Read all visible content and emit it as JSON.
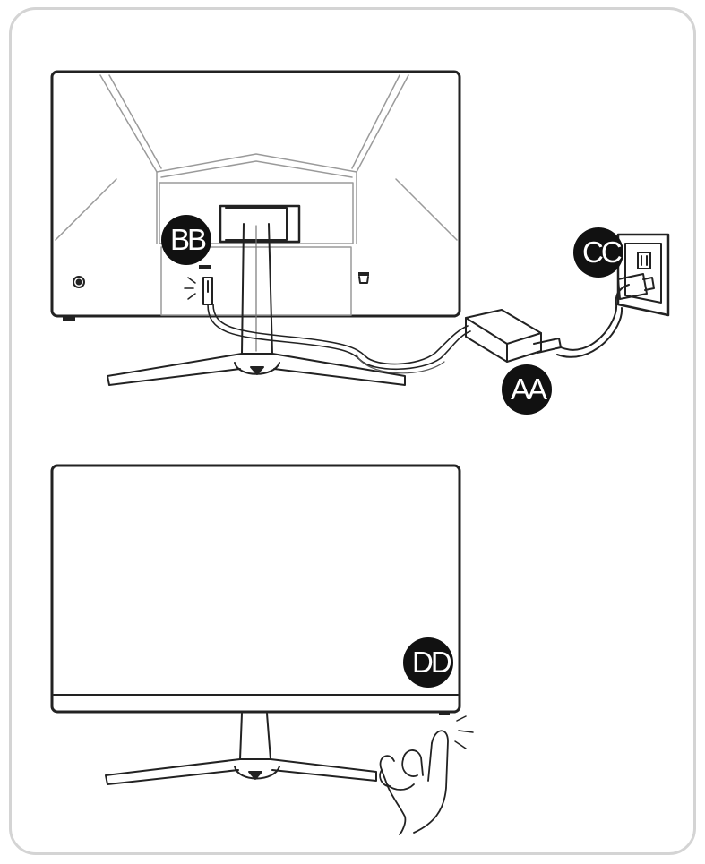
{
  "labels": {
    "a": "AA",
    "b": "BB",
    "c": "CC",
    "d": "DD"
  },
  "colors": {
    "frame": "#d4d4d4",
    "line": "#222222",
    "badge": "#111111",
    "badge_text": "#ffffff"
  }
}
